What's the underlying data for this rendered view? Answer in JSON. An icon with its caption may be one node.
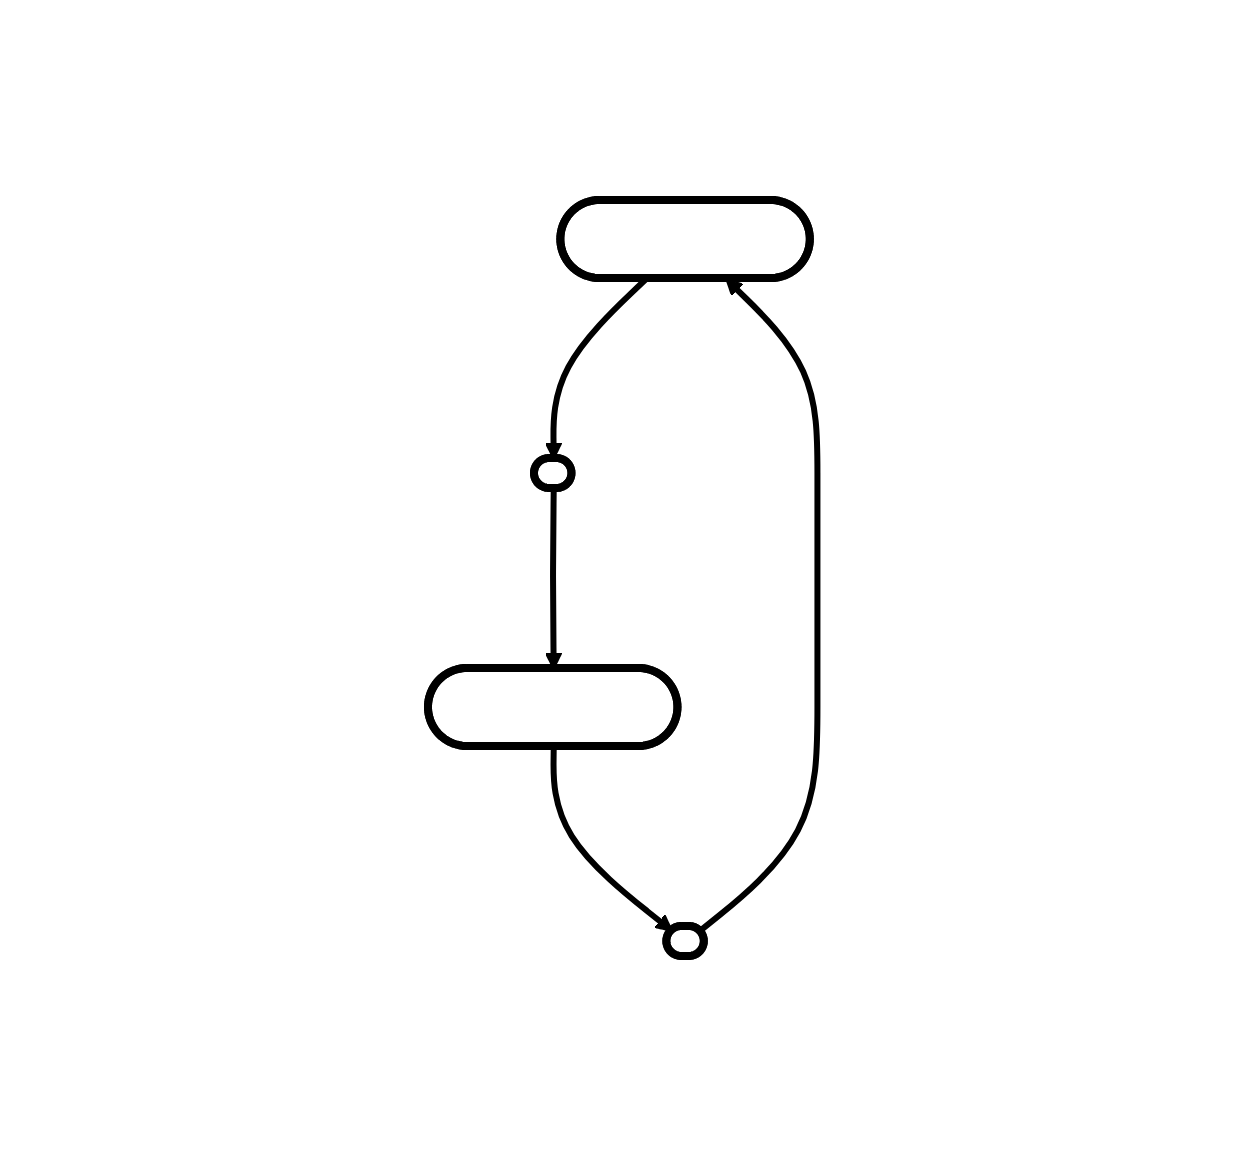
{
  "diagram": {
    "nodes": [
      {
        "text": [],
        "shape": "peanut"
      },
      {
        "text": [],
        "shape": "peanut"
      },
      {
        "text": [],
        "shape": "peanut"
      },
      {
        "text": [],
        "shape": "peanut"
      }
    ],
    "edges": [
      {
        "from": 1,
        "to": 0,
        "arrow": "to"
      },
      {
        "from": 0,
        "to": 2,
        "arrow": "to"
      },
      {
        "from": 2,
        "to": 3,
        "arrow": "to"
      },
      {
        "from": 3,
        "to": 1,
        "arrow": "to"
      }
    ]
  }
}
